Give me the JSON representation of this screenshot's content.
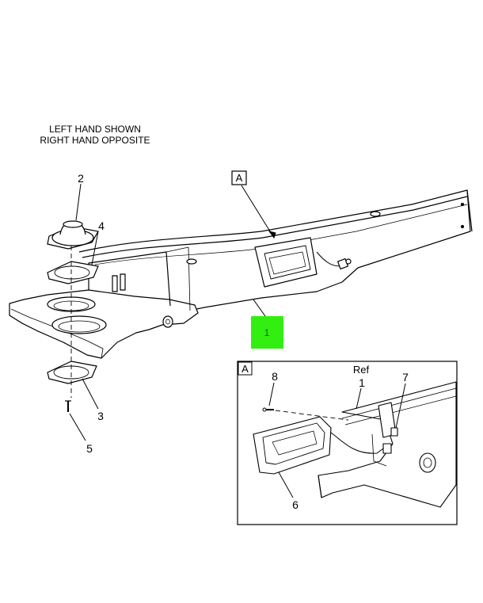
{
  "notes": {
    "line1": "LEFT HAND SHOWN",
    "line2": "RIGHT HAND OPPOSITE"
  },
  "callouts": {
    "c1": "1",
    "c2": "2",
    "c3": "3",
    "c4": "4",
    "c5": "5",
    "c6": "6",
    "c7": "7",
    "c8": "8",
    "ref_text": "Ref",
    "ref_number": "1"
  },
  "view_labels": {
    "main": "A",
    "detail": "A"
  },
  "hotspot": {
    "label": "1",
    "color": "#33ee11"
  }
}
